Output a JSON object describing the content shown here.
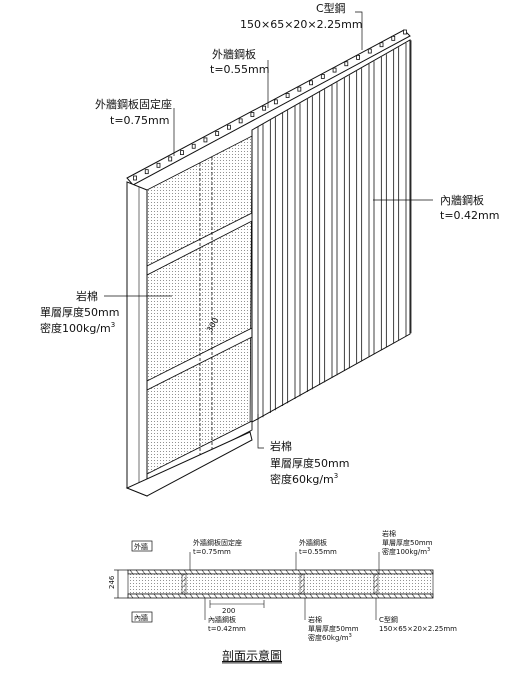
{
  "iso_labels": {
    "c_steel": {
      "name": "C型鋼",
      "spec": "150×65×20×2.25mm"
    },
    "outer_panel": {
      "name": "外牆鋼板",
      "spec": "t=0.55mm"
    },
    "outer_clip": {
      "name": "外牆鋼板固定座",
      "spec": "t=0.75mm"
    },
    "inner_panel": {
      "name": "內牆鋼板",
      "spec": "t=0.42mm"
    },
    "rockwool_a": {
      "name": "岩棉",
      "l1": "單層厚度50mm",
      "l2": "密度100kg/m",
      "sup": "3"
    },
    "rockwool_b": {
      "name": "岩棉",
      "l1": "單層厚度50mm",
      "l2": "密度60kg/m",
      "sup": "3"
    },
    "spacing": "300"
  },
  "section": {
    "outside": "外牆",
    "inside": "內牆",
    "thickness": "246",
    "spacing": "200",
    "outer_clip": {
      "name": "外牆鋼板固定座",
      "spec": "t=0.75mm"
    },
    "outer_panel": {
      "name": "外牆鋼板",
      "spec": "t=0.55mm"
    },
    "rockwool_a": {
      "name": "岩棉",
      "l1": "單層厚度50mm",
      "l2": "密度100kg/m",
      "sup": "3"
    },
    "inner_panel": {
      "name": "內牆鋼板",
      "spec": "t=0.42mm"
    },
    "rockwool_b": {
      "name": "岩棉",
      "l1": "單層厚度50mm",
      "l2": "密度60kg/m",
      "sup": "3"
    },
    "c_steel": {
      "name": "C型鋼",
      "spec": "150×65×20×2.25mm"
    }
  },
  "caption": "剖面示意圖"
}
